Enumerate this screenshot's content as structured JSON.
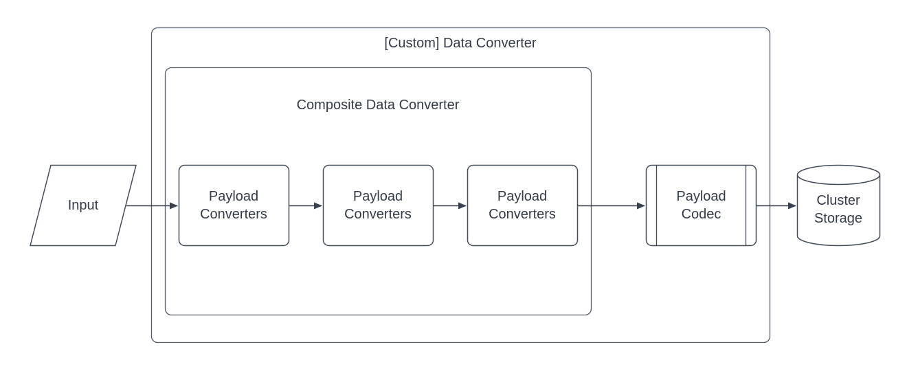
{
  "diagram": {
    "containers": {
      "outer": {
        "title": "[Custom] Data Converter"
      },
      "inner": {
        "title": "Composite Data Converter"
      }
    },
    "nodes": {
      "input": {
        "label": "Input",
        "shape": "parallelogram"
      },
      "converter1": {
        "label": "Payload\nConverters",
        "shape": "rounded-rectangle"
      },
      "converter2": {
        "label": "Payload\nConverters",
        "shape": "rounded-rectangle"
      },
      "converter3": {
        "label": "Payload\nConverters",
        "shape": "rounded-rectangle"
      },
      "codec": {
        "label": "Payload\nCodec",
        "shape": "predefined-process"
      },
      "storage": {
        "label": "Cluster\nStorage",
        "shape": "cylinder"
      }
    },
    "edges": [
      {
        "from": "input",
        "to": "converter1"
      },
      {
        "from": "converter1",
        "to": "converter2"
      },
      {
        "from": "converter2",
        "to": "converter3"
      },
      {
        "from": "converter3",
        "to": "codec"
      },
      {
        "from": "codec",
        "to": "storage"
      }
    ],
    "colors": {
      "node_stroke": "#414b5a",
      "container_stroke": "#535c6b",
      "arrow": "#39414f",
      "text": "#333b4a",
      "background": "#ffffff"
    }
  }
}
